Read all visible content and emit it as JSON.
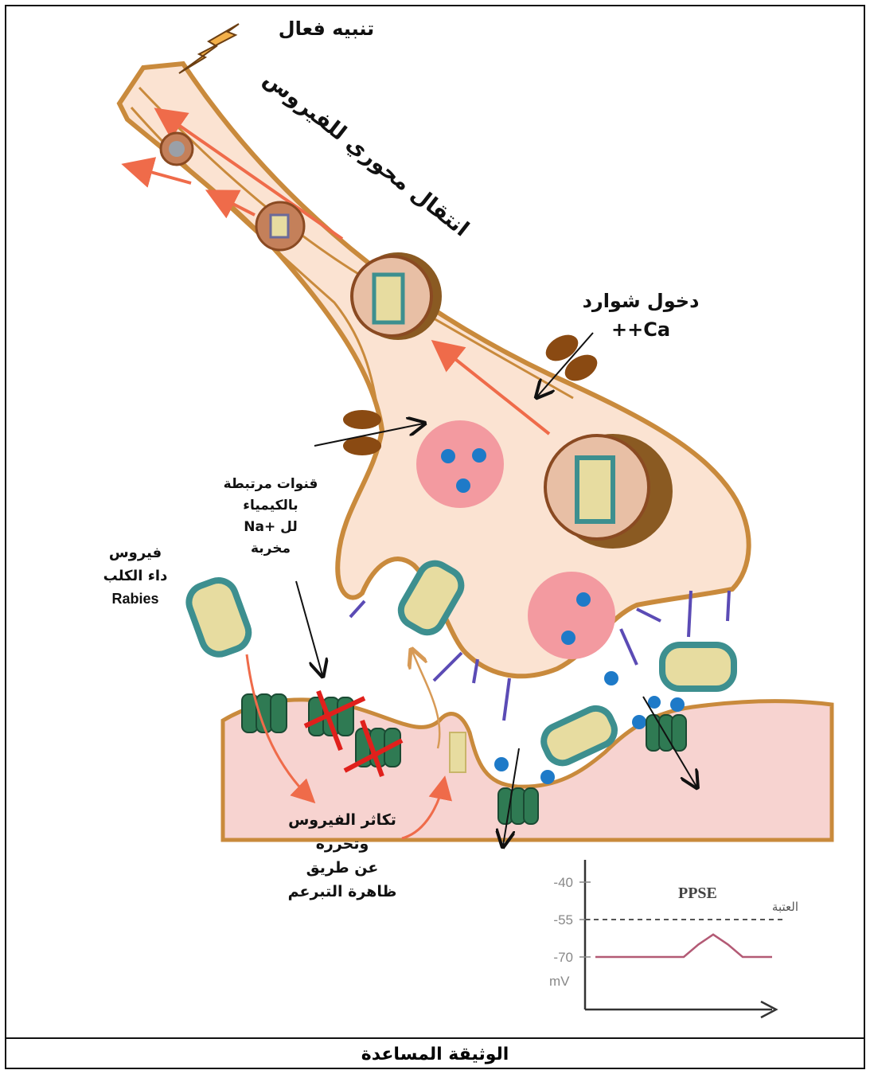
{
  "labels": {
    "stimulus": "تنبيه فعال",
    "axonal_transport": "انتقال محوري للفيروس",
    "ca_entry_line1": "دخول شوارد",
    "ca_entry_line2": "++Ca",
    "channels_line1": "قنوات مرتبطة",
    "channels_line2": "بالكيمياء",
    "channels_line3": "لل +Na",
    "channels_line4": "مخربة",
    "virus_line1": "فيروس",
    "virus_line2": "داء الكلب",
    "virus_line3": "Rabies",
    "budding_line1": "تكاثر الفيروس",
    "budding_line2": "وتحرره",
    "budding_line3": "عن طريق",
    "budding_line4": "ظاهرة التبرعم"
  },
  "graph": {
    "title": "PPSE",
    "threshold_label": "العتبة",
    "unit": "mV",
    "ticks": [
      "-40",
      "-55",
      "-70"
    ]
  },
  "chart_data": {
    "type": "line",
    "title": "PPSE",
    "ylabel": "mV",
    "yticks": [
      -40,
      -55,
      -70
    ],
    "threshold": -55,
    "series": [
      {
        "x": [
          0,
          1,
          2,
          3,
          3.5,
          4,
          4.5,
          5,
          6
        ],
        "y": [
          -70,
          -70,
          -70,
          -70,
          -65,
          -61,
          -65,
          -70,
          -70
        ]
      }
    ]
  },
  "caption": "الوثيقة المساعدة",
  "colors": {
    "cytoplasm": "#fbe3d2",
    "membrane": "#c98a3c",
    "postsynaptic": "#f7d3d0",
    "vesicle": "#f39aa0",
    "transport_arrow": "#ef6b4a",
    "channel": "#2f7a53",
    "cross": "#e0201c"
  }
}
